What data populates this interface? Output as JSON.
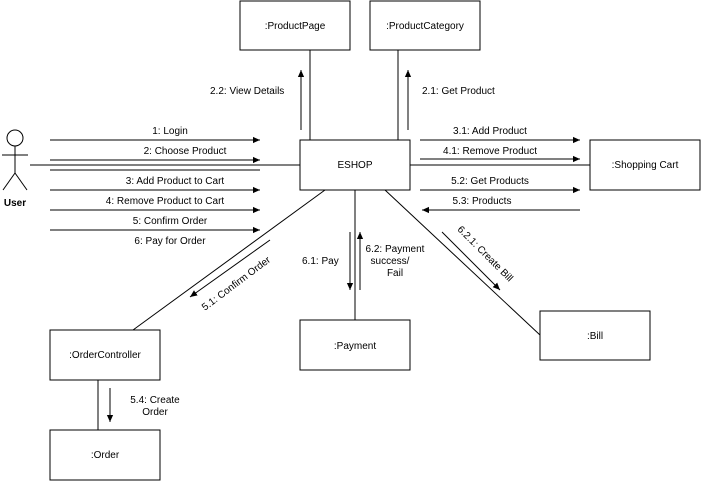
{
  "actor": {
    "label": "User"
  },
  "objects": {
    "product_page": ":ProductPage",
    "product_category": ":ProductCategory",
    "eshop": "ESHOP",
    "shopping_cart": ":Shopping Cart",
    "order_controller": ":OrderController",
    "payment": ":Payment",
    "bill": ":Bill",
    "order": ":Order"
  },
  "messages": {
    "login": "1: Login",
    "choose_product": "2: Choose Product",
    "add_product_to_cart": "3: Add Product to Cart",
    "remove_product_to_cart": "4: Remove Product to Cart",
    "confirm_order": "5: Confirm Order",
    "pay_for_order": "6: Pay for Order",
    "view_details": "2.2: View Details",
    "get_product": "2.1: Get Product",
    "add_product": "3.1: Add Product",
    "remove_product": "4.1: Remove Product",
    "get_products": "5.2: Get Products",
    "products": "5.3: Products",
    "pay": "6.1: Pay",
    "payment_result": [
      "6.2: Payment",
      "success/",
      "Fail"
    ],
    "create_bill": "6.2.1: Create Bill",
    "confirm_order_controller": "5.1: Confirm Order",
    "create_order": [
      "5.4: Create",
      "Order"
    ]
  }
}
